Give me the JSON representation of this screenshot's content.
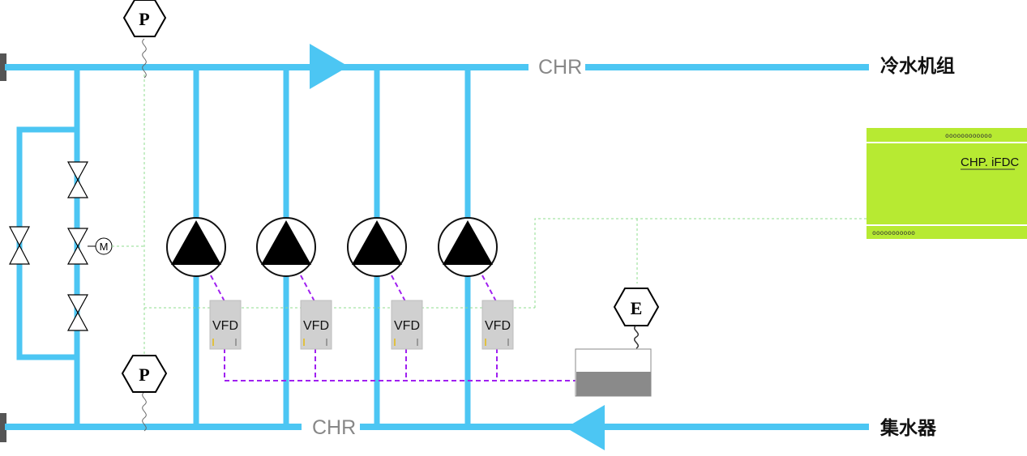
{
  "supply_line": {
    "label": "CHR",
    "destination": "冷水机组"
  },
  "return_line": {
    "label": "CHR",
    "destination": "集水器"
  },
  "pressure_sensors": [
    "P",
    "P"
  ],
  "energy_meter": "E",
  "motor_valve": "M",
  "controller": {
    "label": "CHP. iFDC",
    "terminals_top": "oooooooooooo",
    "terminals_bottom": "ooooooooooo"
  },
  "drives": [
    "VFD",
    "VFD",
    "VFD",
    "VFD"
  ],
  "colors": {
    "water_pipe": "#4cc6f3",
    "control_signal": "#a020f0",
    "sensor_signal": "#8fdc8f",
    "controller": "#b7ea32"
  }
}
